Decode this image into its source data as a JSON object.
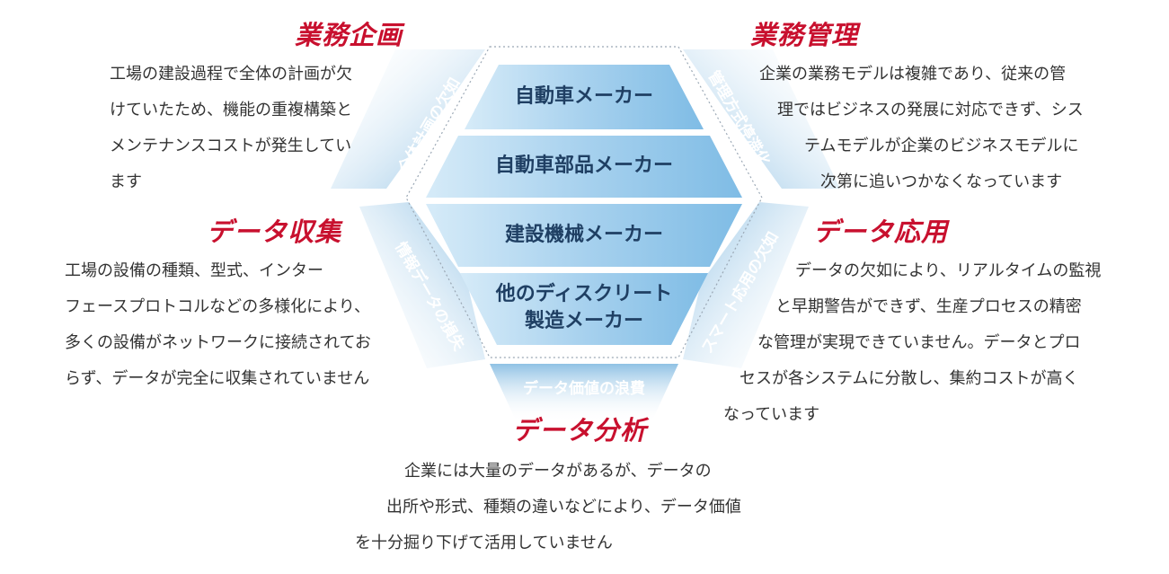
{
  "center_industries": [
    {
      "lines": [
        "自動車メーカー"
      ]
    },
    {
      "lines": [
        "自動車部品メーカー"
      ]
    },
    {
      "lines": [
        "建設機械メーカー"
      ]
    },
    {
      "lines": [
        "他のディスクリート",
        "製造メーカー"
      ]
    }
  ],
  "spokes": {
    "top_left": "全体計画の欠如",
    "top_right": "管理方式停滞化",
    "mid_left": "情報データの損失",
    "mid_right": "スマート応用の欠如",
    "bottom": "データ価値の浪費"
  },
  "sections": {
    "business_planning": {
      "title": "業務企画",
      "lines": [
        "工場の建設過程で全体の計画が欠",
        "けていたため、機能の重複構築と",
        "メンテナンスコストが発生してい",
        "ます"
      ]
    },
    "business_management": {
      "title": "業務管理",
      "lines": [
        "企業の業務モデルは複雑であり、従来の管",
        "理ではビジネスの発展に対応できず、シス",
        "テムモデルが企業のビジネスモデルに",
        "次第に追いつかなくなっています"
      ]
    },
    "data_collection": {
      "title": "データ収集",
      "lines": [
        "工場の設備の種類、型式、インター",
        "フェースプロトコルなどの多様化により、",
        "多くの設備がネットワークに接続されてお",
        "らず、データが完全に収集されていません"
      ]
    },
    "data_application": {
      "title": "データ応用",
      "lines": [
        "データの欠如により、リアルタイムの監視",
        "と早期警告ができず、生産プロセスの精密",
        "な管理が実現できていません。データとプロ",
        "セスが各システムに分散し、集約コストが高く",
        "なっています"
      ]
    },
    "data_analysis": {
      "title": "データ分析",
      "lines": [
        "企業には大量のデータがあるが、データの",
        "出所や形式、種類の違いなどにより、データ価値",
        "を十分掘り下げて活用していません"
      ]
    }
  },
  "colors": {
    "title_red": "#c8102e",
    "band_blue": "#8fc4e6",
    "band_light": "#d9ecf8",
    "spoke_blue": "#a9cfe9",
    "text_dark": "#333333"
  }
}
